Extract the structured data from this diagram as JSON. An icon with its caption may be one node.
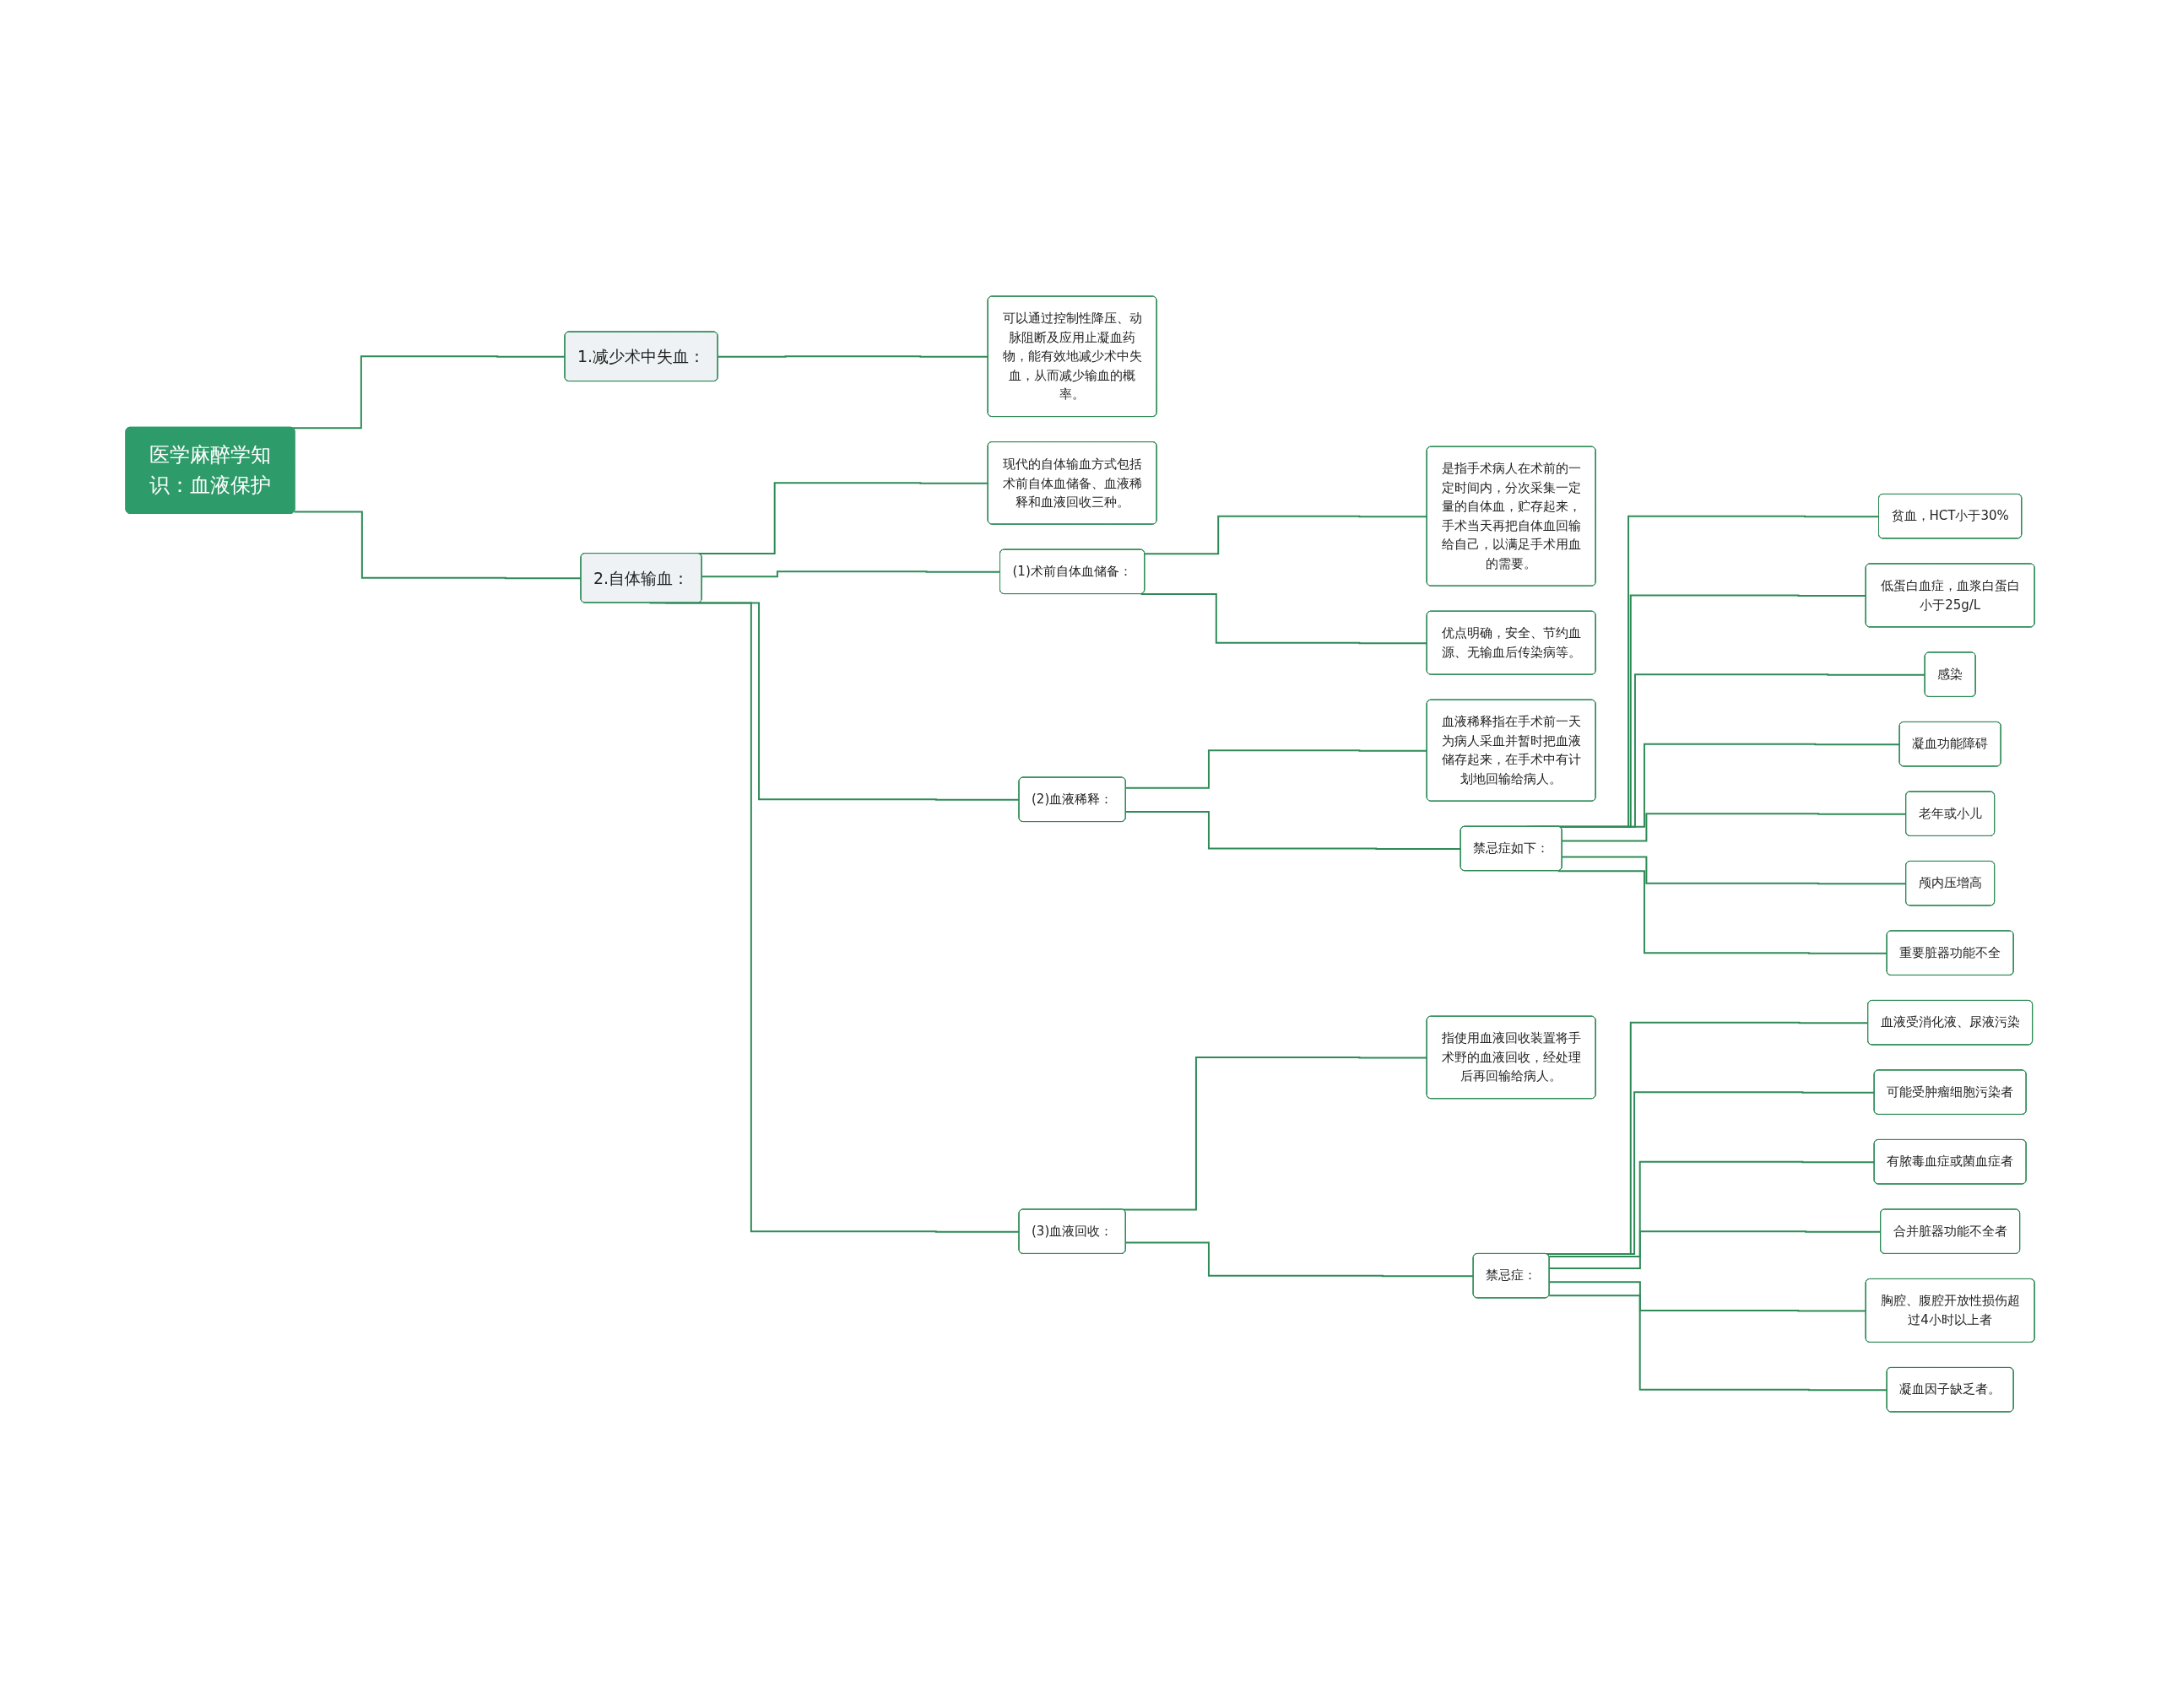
{
  "diagram": {
    "nodes": [
      {
        "text": [
          "医学麻醉学知识：血液保护"
        ]
      },
      {
        "text": [
          "1.减少术中失血："
        ]
      },
      {
        "text": [
          "可以通过控制性降压、动脉阻断及应用止凝血药物，能有效地减少术中失血，从而减少输血的概率。"
        ]
      },
      {
        "text": [
          "2.自体输血："
        ]
      },
      {
        "text": [
          "现代的自体输血方式包括术前自体血储备、血液稀释和血液回收三种。"
        ]
      },
      {
        "text": [
          "(1)术前自体血储备："
        ]
      },
      {
        "text": [
          "是指手术病人在术前的一定时间内，分次采集一定量的自体血，贮存起来，手术当天再把自体血回输给自己，以满足手术用血的需要。"
        ]
      },
      {
        "text": [
          "优点明确，安全、节约血源、无输血后传染病等。"
        ]
      },
      {
        "text": [
          "(2)血液稀释："
        ]
      },
      {
        "text": [
          "血液稀释指在手术前一天为病人采血并暂时把血液储存起来，在手术中有计划地回输给病人。"
        ]
      },
      {
        "text": [
          "禁忌症如下："
        ]
      },
      {
        "text": [
          "贫血，HCT小于30%"
        ]
      },
      {
        "text": [
          "低蛋白血症，血浆白蛋白小于25g/L"
        ]
      },
      {
        "text": [
          "感染"
        ]
      },
      {
        "text": [
          "凝血功能障碍"
        ]
      },
      {
        "text": [
          "老年或小儿"
        ]
      },
      {
        "text": [
          "颅内压增高"
        ]
      },
      {
        "text": [
          "重要脏器功能不全"
        ]
      },
      {
        "text": [
          "(3)血液回收："
        ]
      },
      {
        "text": [
          "指使用血液回收装置将手术野的血液回收，经处理后再回输给病人。"
        ]
      },
      {
        "text": [
          "禁忌症："
        ]
      },
      {
        "text": [
          "血液受消化液、尿液污染"
        ]
      },
      {
        "text": [
          "可能受肿瘤细胞污染者"
        ]
      },
      {
        "text": [
          "有脓毒血症或菌血症者"
        ]
      },
      {
        "text": [
          "合并脏器功能不全者"
        ]
      },
      {
        "text": [
          "胸腔、腹腔开放性损伤超过4小时以上者"
        ]
      },
      {
        "text": [
          "凝血因子缺乏者。"
        ]
      }
    ],
    "edges": [
      {
        "from": 0,
        "to": 1,
        "arrow": "none"
      },
      {
        "from": 1,
        "to": 2,
        "arrow": "none"
      },
      {
        "from": 0,
        "to": 3,
        "arrow": "none"
      },
      {
        "from": 3,
        "to": 4,
        "arrow": "none"
      },
      {
        "from": 3,
        "to": 5,
        "arrow": "none"
      },
      {
        "from": 5,
        "to": 6,
        "arrow": "none"
      },
      {
        "from": 5,
        "to": 7,
        "arrow": "none"
      },
      {
        "from": 3,
        "to": 8,
        "arrow": "none"
      },
      {
        "from": 8,
        "to": 9,
        "arrow": "none"
      },
      {
        "from": 8,
        "to": 10,
        "arrow": "none"
      },
      {
        "from": 10,
        "to": 11,
        "arrow": "none"
      },
      {
        "from": 10,
        "to": 12,
        "arrow": "none"
      },
      {
        "from": 10,
        "to": 13,
        "arrow": "none"
      },
      {
        "from": 10,
        "to": 14,
        "arrow": "none"
      },
      {
        "from": 10,
        "to": 15,
        "arrow": "none"
      },
      {
        "from": 10,
        "to": 16,
        "arrow": "none"
      },
      {
        "from": 10,
        "to": 17,
        "arrow": "none"
      },
      {
        "from": 3,
        "to": 18,
        "arrow": "none"
      },
      {
        "from": 18,
        "to": 19,
        "arrow": "none"
      },
      {
        "from": 18,
        "to": 20,
        "arrow": "none"
      },
      {
        "from": 20,
        "to": 21,
        "arrow": "none"
      },
      {
        "from": 20,
        "to": 22,
        "arrow": "none"
      },
      {
        "from": 20,
        "to": 23,
        "arrow": "none"
      },
      {
        "from": 20,
        "to": 24,
        "arrow": "none"
      },
      {
        "from": 20,
        "to": 25,
        "arrow": "none"
      },
      {
        "from": 20,
        "to": 26,
        "arrow": "none"
      }
    ]
  }
}
